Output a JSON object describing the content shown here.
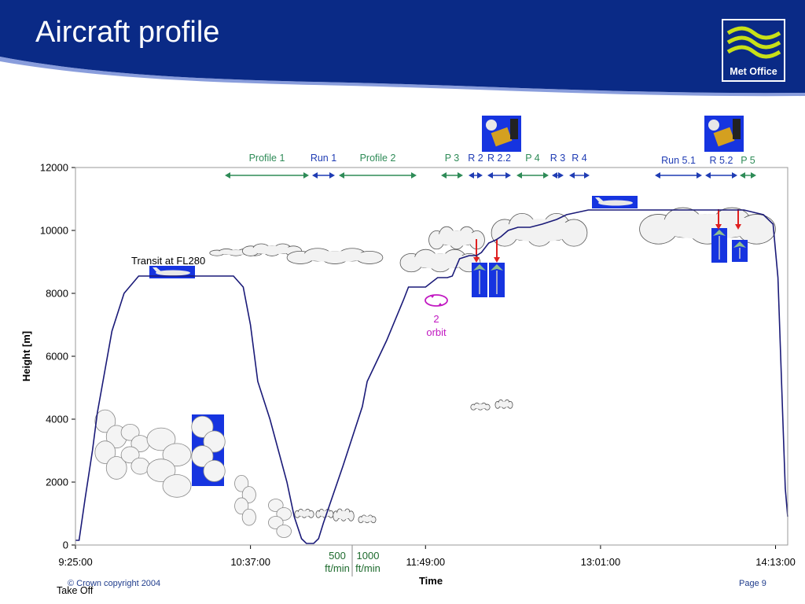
{
  "slide": {
    "title": "Aircraft profile",
    "logo_text": "Met Office",
    "copyright": "© Crown copyright 2004",
    "page": "Page 9"
  },
  "colors": {
    "header_blue": "#0a2a86",
    "line": "#1a1a78",
    "profile_green": "#2e8b57",
    "run_blue": "#1f3cb4",
    "orbit_magenta": "#c21ac2",
    "marker_red": "#e02020"
  },
  "chart_data": {
    "type": "line",
    "title": "",
    "xlabel": "Time",
    "ylabel": "Height [m]",
    "ylim": [
      0,
      12000
    ],
    "yticks": [
      0,
      2000,
      4000,
      6000,
      8000,
      10000,
      12000
    ],
    "xlim": [
      "9:25:00",
      "14:18:00"
    ],
    "xticks": [
      "9:25:00",
      "10:37:00",
      "11:49:00",
      "13:01:00",
      "14:13:00"
    ],
    "series": [
      {
        "x": [
          "9:25:00",
          "9:26:30",
          "9:29:00",
          "9:32:00",
          "9:34:00",
          "9:37:00",
          "9:40:00",
          "9:45:00",
          "9:51:00",
          "9:56:00",
          "10:00:00",
          "10:10:00",
          "10:20:00",
          "10:30:00",
          "10:34:00",
          "10:37:00",
          "10:40:00",
          "10:45:00",
          "10:52:00",
          "10:55:00",
          "10:58:00",
          "11:00:00",
          "11:03:00",
          "11:05:00",
          "11:07:00",
          "11:15:00",
          "11:23:00",
          "11:25:00",
          "11:33:00",
          "11:40:00",
          "11:42:00",
          "11:49:00",
          "11:54:00",
          "11:58:00",
          "12:00:00",
          "12:03:00",
          "12:07:00",
          "12:10:00",
          "12:12:00",
          "12:15:00",
          "12:18:00",
          "12:20:00",
          "12:23:00",
          "12:27:00",
          "12:32:00",
          "12:37:00",
          "12:43:00",
          "12:47:00",
          "12:50:00",
          "12:56:00",
          "13:01:00",
          "13:10:00",
          "13:30:00",
          "13:50:00",
          "14:00:00",
          "14:08:00",
          "14:12:00",
          "14:14:00",
          "14:16:00",
          "14:17:00",
          "14:18:00"
        ],
        "values": [
          150,
          150,
          1500,
          3000,
          4200,
          5500,
          6800,
          8000,
          8550,
          8550,
          8550,
          8550,
          8550,
          8550,
          8200,
          7000,
          5200,
          4000,
          2000,
          900,
          200,
          50,
          50,
          200,
          700,
          2500,
          4400,
          5200,
          6500,
          7800,
          8200,
          8200,
          8500,
          8500,
          8550,
          9100,
          9200,
          9200,
          9300,
          9600,
          9700,
          9800,
          10000,
          10100,
          10100,
          10200,
          10350,
          10500,
          10550,
          10650,
          10650,
          10650,
          10650,
          10650,
          10650,
          10500,
          10200,
          8500,
          4000,
          1800,
          900
        ]
      }
    ],
    "annotations": {
      "segments_top": [
        "Profile 1",
        "Run 1",
        "Profile 2",
        "P 3",
        "R 2",
        "R 2.2",
        "P 4",
        "R 3",
        "R 4",
        "Run 5.1",
        "R 5.2",
        "P 5"
      ],
      "transit": "Transit at FL280",
      "orbit_num": "2",
      "orbit_word": "orbit",
      "rate1_value": "500",
      "rate1_unit": "ft/min",
      "rate2_value": "1000",
      "rate2_unit": "ft/min",
      "takeoff": "Take Off"
    }
  }
}
